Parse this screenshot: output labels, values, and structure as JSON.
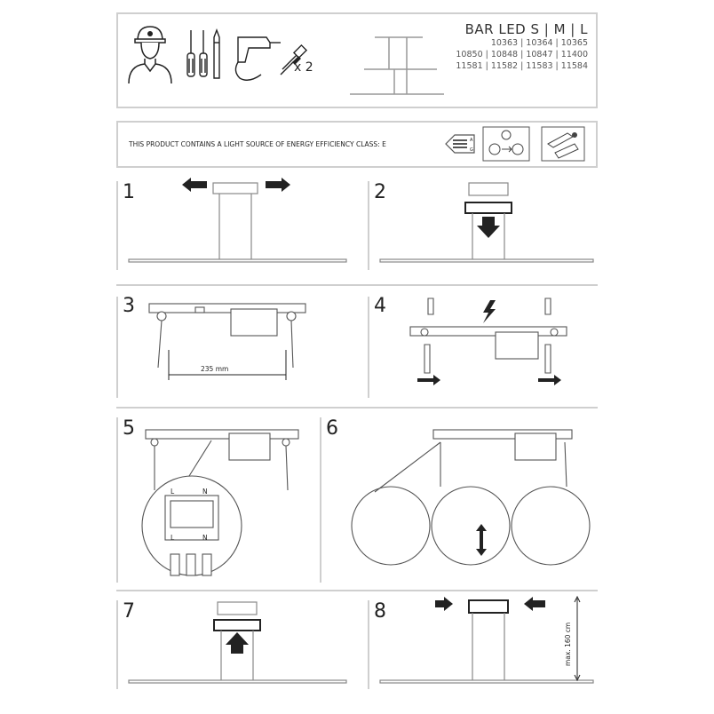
{
  "header": {
    "title": "BAR LED S | M | L",
    "codes": [
      "10363 | 10364 | 10365",
      "10850 | 10848 | 10847 | 11400",
      "11581 | 11582 | 11583 | 11584"
    ],
    "quantity": "x 2"
  },
  "notice": {
    "text": "THIS PRODUCT CONTAINS A LIGHT SOURCE OF ENERGY EFFICIENCY CLASS: E",
    "energy_class_letters": "A\nG"
  },
  "steps": [
    {
      "num": "1"
    },
    {
      "num": "2"
    },
    {
      "num": "3",
      "dimension": "235 mm"
    },
    {
      "num": "4"
    },
    {
      "num": "5",
      "terminal_labels": [
        "L",
        "N",
        "L",
        "N"
      ]
    },
    {
      "num": "6"
    },
    {
      "num": "7"
    },
    {
      "num": "8",
      "height_label": "max. 160 cm"
    }
  ],
  "icons": [
    "worker-icon",
    "screwdriver-icon",
    "drill-icon",
    "lamp-icon",
    "energy-label-icon",
    "recycle-icon",
    "tools-icon",
    "arrow-icon",
    "lightning-icon"
  ],
  "colors": {
    "border": "#cfcfcf",
    "ink": "#222222"
  }
}
